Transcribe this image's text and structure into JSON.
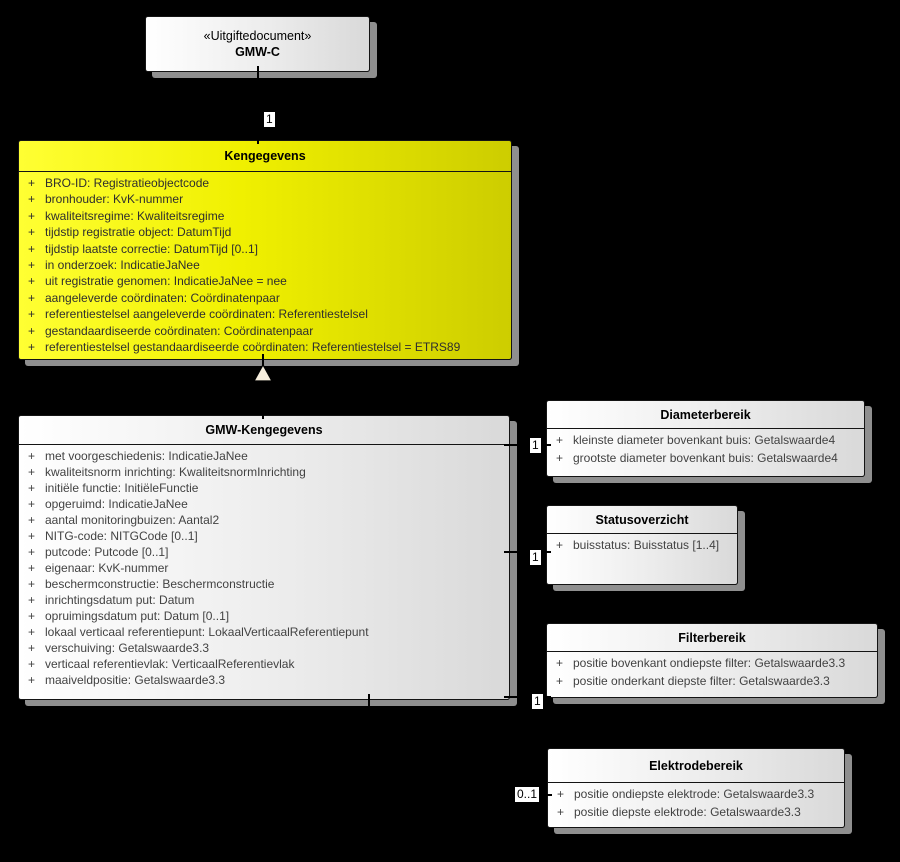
{
  "diagram": {
    "background_color": "#000000",
    "class_fill_color": "#ececec",
    "highlight_fill_color": "#ffff00",
    "shadow_color": "#8f8f8f"
  },
  "classes": [
    {
      "key": "gmwc",
      "stereotype": "«Uitgiftedocument»",
      "name": "GMW-C",
      "attributes": []
    },
    {
      "key": "kengegevens",
      "name": "Kengegevens",
      "attributes": [
        {
          "vis": "+",
          "text": "BRO-ID: Registratieobjectcode"
        },
        {
          "vis": "+",
          "text": "bronhouder: KvK-nummer"
        },
        {
          "vis": "+",
          "text": "kwaliteitsregime: Kwaliteitsregime"
        },
        {
          "vis": "+",
          "text": "tijdstip registratie object: DatumTijd"
        },
        {
          "vis": "+",
          "text": "tijdstip laatste correctie: DatumTijd [0..1]"
        },
        {
          "vis": "+",
          "text": "in onderzoek: IndicatieJaNee"
        },
        {
          "vis": "+",
          "text": "uit registratie genomen: IndicatieJaNee = nee"
        },
        {
          "vis": "+",
          "text": "aangeleverde coördinaten: Coördinatenpaar"
        },
        {
          "vis": "+",
          "text": "referentiestelsel aangeleverde coördinaten: Referentiestelsel"
        },
        {
          "vis": "+",
          "text": "gestandaardiseerde coördinaten: Coördinatenpaar"
        },
        {
          "vis": "+",
          "text": "referentiestelsel gestandaardiseerde coördinaten: Referentiestelsel = ETRS89"
        }
      ]
    },
    {
      "key": "gmwk",
      "name": "GMW-Kengegevens",
      "attributes": [
        {
          "vis": "+",
          "text": "met voorgeschiedenis: IndicatieJaNee"
        },
        {
          "vis": "+",
          "text": "kwaliteitsnorm inrichting: KwaliteitsnormInrichting"
        },
        {
          "vis": "+",
          "text": "initiële functie: InitiëleFunctie"
        },
        {
          "vis": "+",
          "text": "opgeruimd: IndicatieJaNee"
        },
        {
          "vis": "+",
          "text": "aantal monitoringbuizen: Aantal2"
        },
        {
          "vis": "+",
          "text": "NITG-code: NITGCode [0..1]"
        },
        {
          "vis": "+",
          "text": "putcode: Putcode [0..1]"
        },
        {
          "vis": "+",
          "text": "eigenaar: KvK-nummer"
        },
        {
          "vis": "+",
          "text": "beschermconstructie: Beschermconstructie"
        },
        {
          "vis": "+",
          "text": "inrichtingsdatum put: Datum"
        },
        {
          "vis": "+",
          "text": "opruimingsdatum put: Datum [0..1]"
        },
        {
          "vis": "+",
          "text": "lokaal verticaal referentiepunt: LokaalVerticaalReferentiepunt"
        },
        {
          "vis": "+",
          "text": "verschuiving: Getalswaarde3.3"
        },
        {
          "vis": "+",
          "text": "verticaal referentievlak: VerticaalReferentievlak"
        },
        {
          "vis": "+",
          "text": "maaiveldpositie: Getalswaarde3.3"
        }
      ]
    },
    {
      "key": "diameterbereik",
      "name": "Diameterbereik",
      "attributes": [
        {
          "vis": "+",
          "text": "kleinste diameter bovenkant buis: Getalswaarde4"
        },
        {
          "vis": "+",
          "text": "grootste diameter bovenkant buis: Getalswaarde4"
        }
      ]
    },
    {
      "key": "statusoverzicht",
      "name": "Statusoverzicht",
      "attributes": [
        {
          "vis": "+",
          "text": "buisstatus: Buisstatus [1..4]"
        }
      ]
    },
    {
      "key": "filterbereik",
      "name": "Filterbereik",
      "attributes": [
        {
          "vis": "+",
          "text": "positie bovenkant ondiepste filter: Getalswaarde3.3"
        },
        {
          "vis": "+",
          "text": "positie onderkant diepste filter: Getalswaarde3.3"
        }
      ]
    },
    {
      "key": "elektrodebereik",
      "name": "Elektrodebereik",
      "attributes": [
        {
          "vis": "+",
          "text": "positie ondiepste elektrode: Getalswaarde3.3"
        },
        {
          "vis": "+",
          "text": "positie diepste elektrode: Getalswaarde3.3"
        }
      ]
    }
  ],
  "multiplicities": [
    {
      "key": "gmwc-to-kengegevens",
      "label": "1"
    },
    {
      "key": "gmwk-to-diameterbereik",
      "label": "1"
    },
    {
      "key": "gmwk-to-statusoverzicht",
      "label": "1"
    },
    {
      "key": "gmwk-to-filterbereik",
      "label": "1"
    },
    {
      "key": "gmwk-to-elektrodebereik",
      "label": "0..1"
    }
  ]
}
